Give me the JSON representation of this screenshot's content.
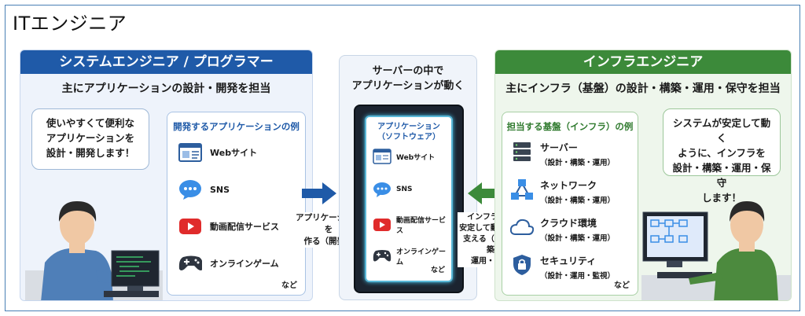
{
  "page_title": "ITエンジニア",
  "left": {
    "header": "システムエンジニア / プログラマー",
    "subtitle": "主にアプリケーションの設計・開発を担当",
    "bubble": [
      "使いやすくて便利な",
      "アプリケーションを",
      "設計・開発します！"
    ],
    "examples_title": "開発するアプリケーションの例",
    "examples": [
      {
        "icon": "website-icon",
        "label": "Webサイト"
      },
      {
        "icon": "chat-bubble-icon",
        "label": "SNS"
      },
      {
        "icon": "video-play-icon",
        "label": "動画配信サービス"
      },
      {
        "icon": "gamepad-icon",
        "label": "オンラインゲーム"
      }
    ],
    "etc": "など"
  },
  "middle": {
    "title": [
      "サーバーの中で",
      "アプリケーションが動く"
    ],
    "inner_title": [
      "アプリケーション",
      "（ソフトウェア）"
    ],
    "items": [
      {
        "icon": "website-icon",
        "label": "Webサイト"
      },
      {
        "icon": "chat-bubble-icon",
        "label": "SNS"
      },
      {
        "icon": "video-play-icon",
        "label": "動画配信サービス"
      },
      {
        "icon": "gamepad-icon",
        "label": "オンラインゲーム"
      }
    ],
    "etc": "など"
  },
  "arrow_left_label": [
    "アプリケーションを",
    "作る（開発）"
  ],
  "arrow_right_label": [
    "インフラを整え",
    "安定して動くように",
    "支える（設計・構築・",
    "運用・保守）"
  ],
  "right": {
    "header": "インフラエンジニア",
    "subtitle": "主にインフラ（基盤）の設計・構築・運用・保守を担当",
    "bubble": [
      "システムが安定して動く",
      "ように、インフラを",
      "設計・構築・運用・保守",
      "します！"
    ],
    "examples_title": "担当する基盤（インフラ）の例",
    "items": [
      {
        "icon": "server-icon",
        "name": "サーバー",
        "sub": "（設計・構築・運用）"
      },
      {
        "icon": "network-icon",
        "name": "ネットワーク",
        "sub": "（設計・構築・運用）"
      },
      {
        "icon": "cloud-icon",
        "name": "クラウド環境",
        "sub": "（設計・構築・運用）"
      },
      {
        "icon": "lock-icon",
        "name": "セキュリティ",
        "sub": "（設計・運用・監視）"
      }
    ],
    "etc": "など"
  },
  "colors": {
    "blue": "#1f5aa8",
    "green": "#3c8a3a"
  }
}
